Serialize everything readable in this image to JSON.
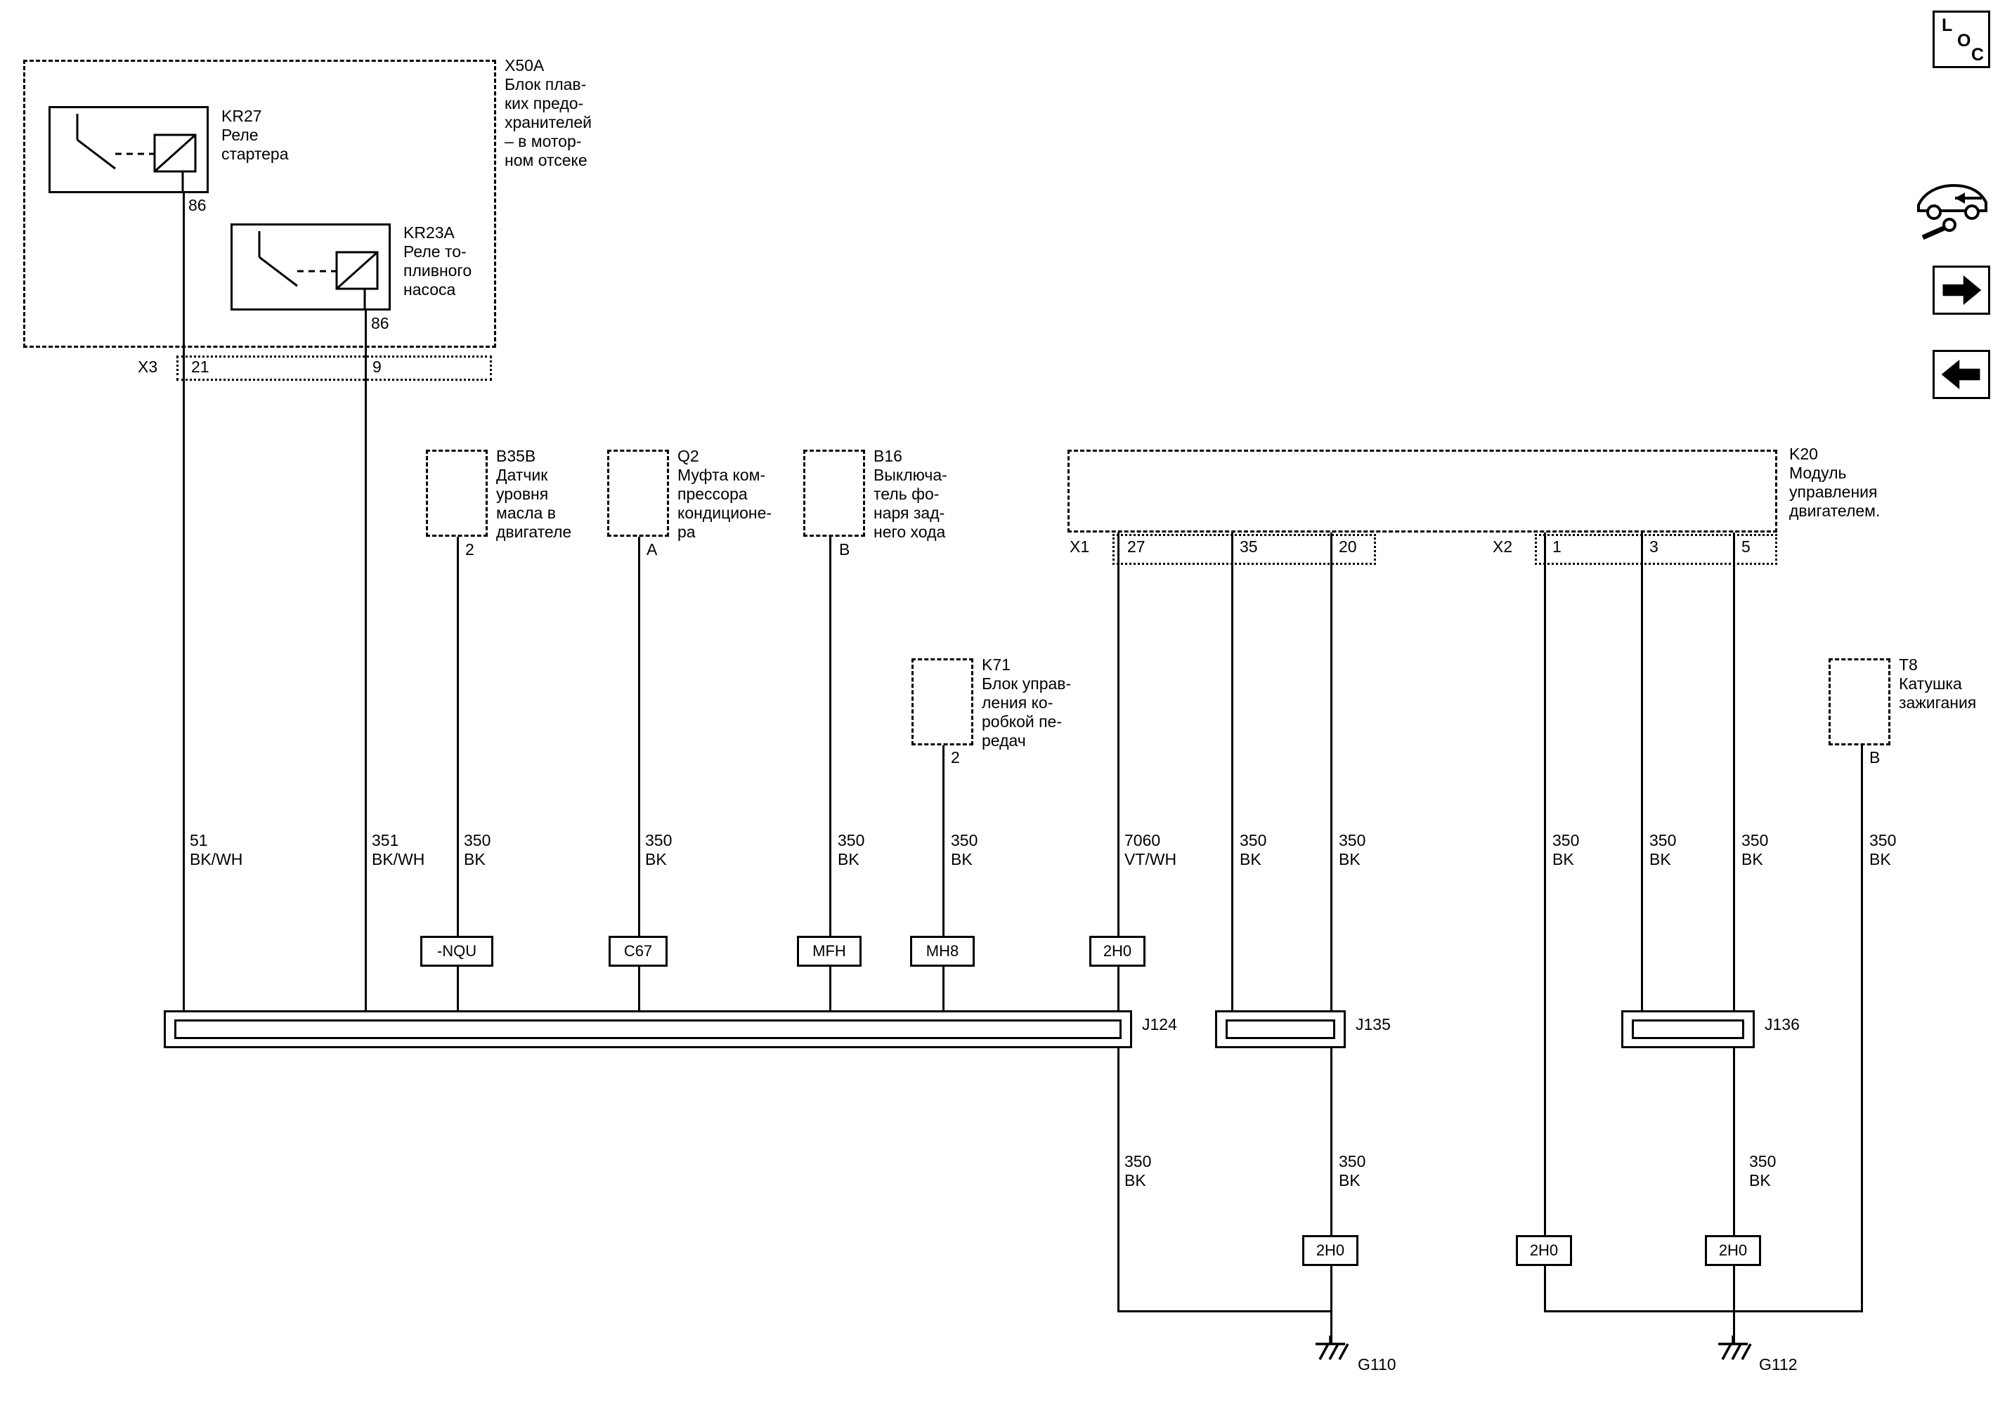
{
  "palette": {
    "background": "#ffffff",
    "line": "#000000"
  },
  "nav": {
    "loc": {
      "l": "L",
      "o": "O",
      "c": "C"
    }
  },
  "fuse_block": {
    "label": "X50A\nБлок плав-\nких предо-\nхранителей\n– в мотор-\nном отсеке",
    "kr27": {
      "label": "KR27\nРеле\nстартера",
      "pin": "86"
    },
    "kr23a": {
      "label": "KR23A\nРеле то-\nпливного\nнасоса",
      "pin": "86"
    }
  },
  "connectors": {
    "x3": {
      "name": "X3",
      "p1": "21",
      "p2": "9"
    },
    "x1": {
      "name": "X1",
      "p1": "27",
      "p2": "35",
      "p3": "20"
    },
    "x2": {
      "name": "X2",
      "p1": "1",
      "p2": "3",
      "p3": "5"
    }
  },
  "components": {
    "b35b": {
      "label": "B35B\nДатчик\nуровня\nмасла в\nдвигателе",
      "pin": "2"
    },
    "q2": {
      "label": "Q2\nМуфта ком-\nпрессора\nкондиционе-\nра",
      "pin": "A"
    },
    "b16": {
      "label": "B16\nВыключа-\nтель фо-\nнаря зад-\nнего хода",
      "pin": "B"
    },
    "k71": {
      "label": "K71\nБлок управ-\nления ко-\nробкой пе-\nредач",
      "pin": "2"
    },
    "k20": {
      "label": "K20\nМодуль\nуправления\nдвигателем."
    },
    "t8": {
      "label": "T8\nКатушка\nзажигания",
      "pin": "B"
    }
  },
  "wires": {
    "w51": "51\nBK/WH",
    "w351": "351\nBK/WH",
    "w350": "350\nBK",
    "w7060": "7060\nVT/WH"
  },
  "splices": {
    "nqu": "-NQU",
    "c67": "C67",
    "mfh": "MFH",
    "mh8": "MH8",
    "s2h0": "2H0"
  },
  "buses": {
    "j124": "J124",
    "j135": "J135",
    "j136": "J136"
  },
  "grounds": {
    "g110": "G110",
    "g112": "G112"
  }
}
